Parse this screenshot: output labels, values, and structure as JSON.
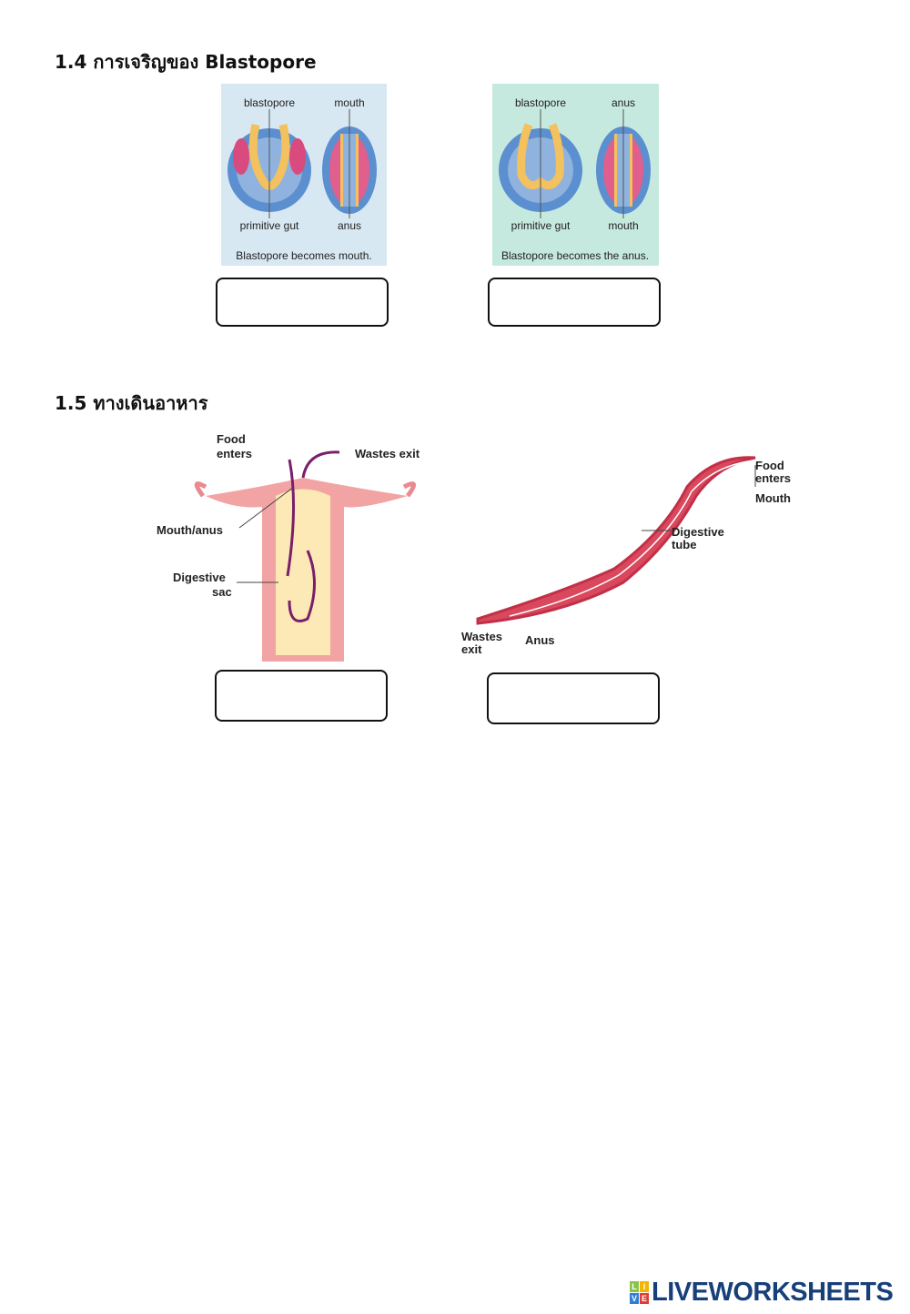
{
  "section_1_4": {
    "heading": "1.4 การเจริญของ Blastopore",
    "figure_left": {
      "label_top_left": "blastopore",
      "label_top_right": "mouth",
      "label_bottom_left": "primitive gut",
      "label_bottom_right": "anus",
      "caption": "Blastopore becomes mouth."
    },
    "figure_right": {
      "label_top_left": "blastopore",
      "label_top_right": "anus",
      "label_bottom_left": "primitive gut",
      "label_bottom_right": "mouth",
      "caption": "Blastopore becomes the anus."
    },
    "answer_left": "",
    "answer_right": ""
  },
  "section_1_5": {
    "heading": "1.5 ทางเดินอาหาร",
    "figure_left": {
      "food_enters": [
        "Food",
        "enters"
      ],
      "wastes_exit": "Wastes exit",
      "mouth_anus": "Mouth/anus",
      "digestive_sac": [
        "Digestive",
        "sac"
      ]
    },
    "figure_right": {
      "food_enters": [
        "Food",
        "enters"
      ],
      "mouth": "Mouth",
      "digestive_tube": [
        "Digestive",
        "tube"
      ],
      "wastes_exit": [
        "Wastes",
        "exit"
      ],
      "anus": "Anus"
    },
    "answer_left": "",
    "answer_right": ""
  },
  "logo": {
    "text": "LIVEWORKSHEETS",
    "letters": [
      "L",
      "I",
      "V",
      "E"
    ]
  }
}
